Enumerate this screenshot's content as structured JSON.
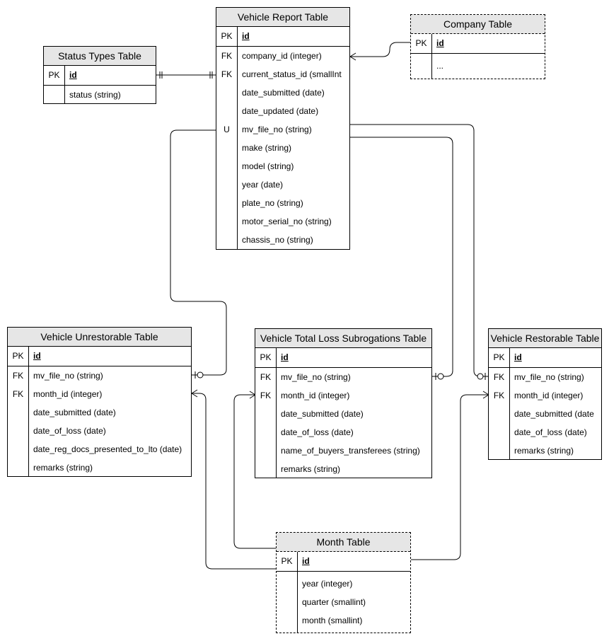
{
  "entities": {
    "status_types": {
      "title": "Status Types Table",
      "pk": {
        "key": "PK",
        "name": "id"
      },
      "fields": [
        {
          "key": "",
          "name": "status (string)"
        }
      ]
    },
    "vehicle_report": {
      "title": "Vehicle Report Table",
      "pk": {
        "key": "PK",
        "name": "id"
      },
      "fields": [
        {
          "key": "FK",
          "name": "company_id (integer)"
        },
        {
          "key": "FK",
          "name": "current_status_id (smallInt"
        },
        {
          "key": "",
          "name": "date_submitted (date)"
        },
        {
          "key": "",
          "name": "date_updated (date)"
        },
        {
          "key": "U",
          "name": "mv_file_no (string)"
        },
        {
          "key": "",
          "name": "make (string)"
        },
        {
          "key": "",
          "name": "model (string)"
        },
        {
          "key": "",
          "name": "year (date)"
        },
        {
          "key": "",
          "name": "plate_no (string)"
        },
        {
          "key": "",
          "name": "motor_serial_no (string)"
        },
        {
          "key": "",
          "name": "chassis_no (string)"
        }
      ]
    },
    "company": {
      "title": "Company Table",
      "pk": {
        "key": "PK",
        "name": "id"
      },
      "fields": [
        {
          "key": "",
          "name": "..."
        }
      ]
    },
    "vehicle_unrestorable": {
      "title": "Vehicle Unrestorable Table",
      "pk": {
        "key": "PK",
        "name": "id"
      },
      "fields": [
        {
          "key": "FK",
          "name": "mv_file_no (string)"
        },
        {
          "key": "FK",
          "name": "month_id (integer)"
        },
        {
          "key": "",
          "name": "date_submitted (date)"
        },
        {
          "key": "",
          "name": "date_of_loss (date)"
        },
        {
          "key": "",
          "name": "date_reg_docs_presented_to_lto (date)"
        },
        {
          "key": "",
          "name": "remarks (string)"
        }
      ]
    },
    "vehicle_total_loss": {
      "title": "Vehicle Total Loss Subrogations Table",
      "pk": {
        "key": "PK",
        "name": "id"
      },
      "fields": [
        {
          "key": "FK",
          "name": "mv_file_no (string)"
        },
        {
          "key": "FK",
          "name": "month_id (integer)"
        },
        {
          "key": "",
          "name": "date_submitted (date)"
        },
        {
          "key": "",
          "name": "date_of_loss (date)"
        },
        {
          "key": "",
          "name": "name_of_buyers_transferees (string)"
        },
        {
          "key": "",
          "name": "remarks (string)"
        }
      ]
    },
    "vehicle_restorable": {
      "title": "Vehicle Restorable Table",
      "pk": {
        "key": "PK",
        "name": "id"
      },
      "fields": [
        {
          "key": "FK",
          "name": "mv_file_no (string)"
        },
        {
          "key": "FK",
          "name": "month_id (integer)"
        },
        {
          "key": "",
          "name": "date_submitted (date"
        },
        {
          "key": "",
          "name": "date_of_loss (date)"
        },
        {
          "key": "",
          "name": "remarks (string)"
        }
      ]
    },
    "month": {
      "title": "Month Table",
      "pk": {
        "key": "PK",
        "name": "id"
      },
      "fields": [
        {
          "key": "",
          "name": "year (integer)"
        },
        {
          "key": "",
          "name": "quarter (smallint)"
        },
        {
          "key": "",
          "name": "month (smallint)"
        }
      ]
    }
  }
}
